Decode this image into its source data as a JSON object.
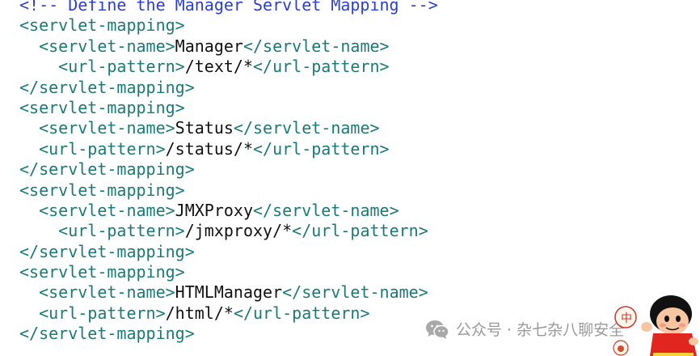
{
  "code": {
    "comment": "<!-- Define the Manager Servlet Mapping -->",
    "open_mapping": "<servlet-mapping>",
    "close_mapping": "</servlet-mapping>",
    "open_name": "<servlet-name>",
    "close_name": "</servlet-name>",
    "open_url": "<url-pattern>",
    "close_url": "</url-pattern>",
    "mappings": [
      {
        "name": "Manager",
        "url": "/text/*"
      },
      {
        "name": "Status",
        "url": "/status/*"
      },
      {
        "name": "JMXProxy",
        "url": "/jmxproxy/*"
      },
      {
        "name": "HTMLManager",
        "url": "/html/*"
      }
    ]
  },
  "watermark": {
    "text": "公众号 · 杂七杂八聊安全",
    "icon": "wechat-icon"
  },
  "colors": {
    "tag": "#1a7a78",
    "text": "#111111",
    "comment": "#2c3fd0",
    "watermark": "#9a9a9a"
  }
}
